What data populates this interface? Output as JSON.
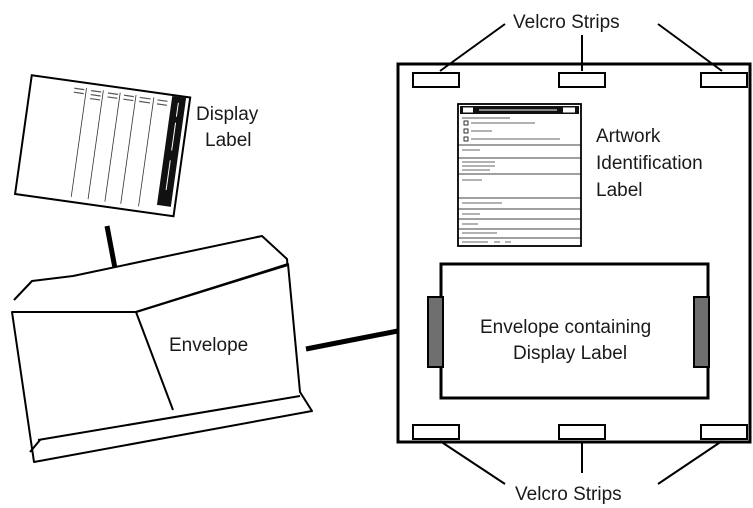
{
  "labels": {
    "velcro_top": "Velcro Strips",
    "velcro_bottom": "Velcro Strips",
    "display_label_line1": "Display",
    "display_label_line2": "Label",
    "envelope": "Envelope",
    "artwork_line1": "Artwork",
    "artwork_line2": "Identification",
    "artwork_line3": "Label",
    "envelope_containing_line1": "Envelope containing",
    "envelope_containing_line2": "Display Label"
  },
  "colors": {
    "stroke": "#000000",
    "velcro_fill": "#6f6f6f",
    "background": "#ffffff"
  }
}
